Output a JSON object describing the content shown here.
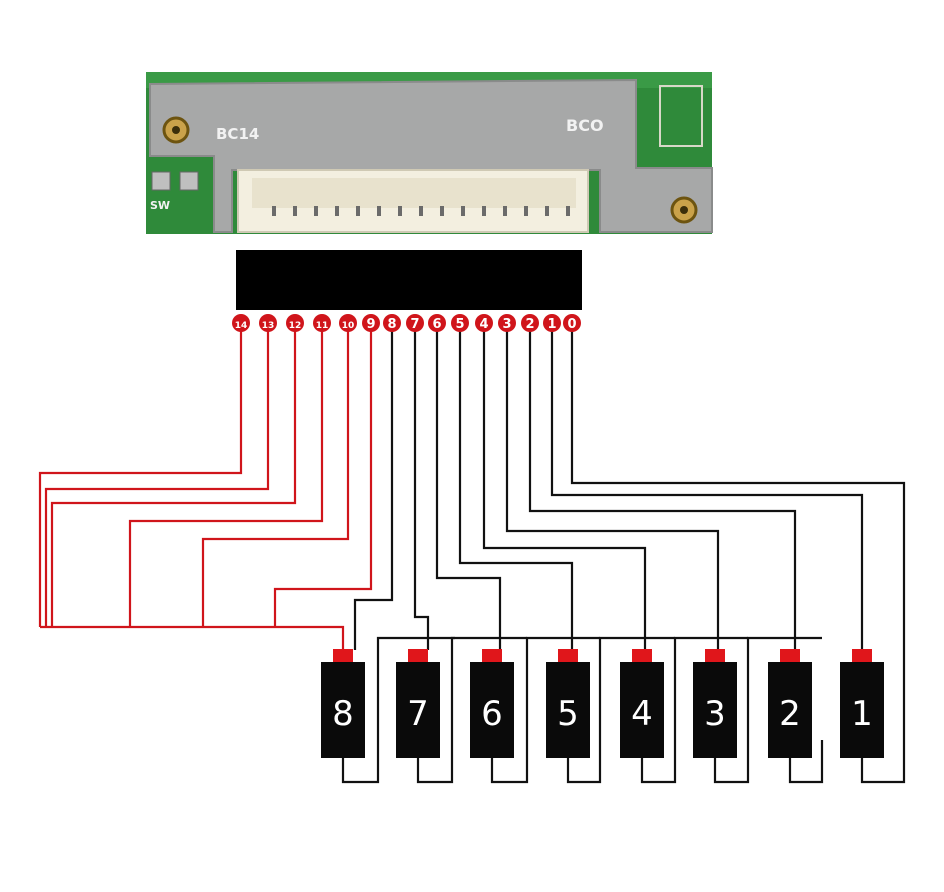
{
  "board": {
    "label_left": "BC14",
    "label_right": "BCO",
    "label_switch": "SW"
  },
  "pins": [
    "14",
    "13",
    "12",
    "11",
    "10",
    "9",
    "8",
    "7",
    "6",
    "5",
    "4",
    "3",
    "2",
    "1",
    "0"
  ],
  "cells": [
    "8",
    "7",
    "6",
    "5",
    "4",
    "3",
    "2",
    "1"
  ],
  "colors": {
    "red_wire": "#d0151b",
    "black_wire": "#111111",
    "connector": "#000000",
    "cell_body": "#0a0a0a",
    "cell_cap": "#e0161b",
    "pcb_green": "#2f8a3a",
    "shield": "#a7a8a8"
  }
}
